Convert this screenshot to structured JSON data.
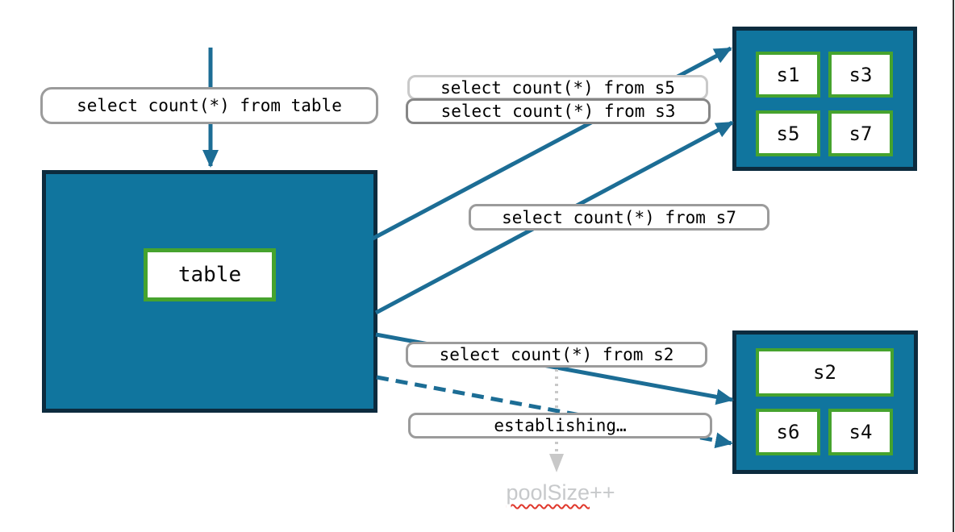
{
  "colors": {
    "box_fill": "#10759E",
    "box_border": "#0C2B3E",
    "chip_border": "#46A32E",
    "arrow": "#1C6D95",
    "muted": "#C7C9CB",
    "edge": "#333333"
  },
  "table_box": {
    "label": "table"
  },
  "top_shard_box": {
    "shards": [
      {
        "label": "s1"
      },
      {
        "label": "s3"
      },
      {
        "label": "s5"
      },
      {
        "label": "s7"
      }
    ]
  },
  "bottom_shard_box": {
    "wide_shard": {
      "label": "s2"
    },
    "shards": [
      {
        "label": "s6"
      },
      {
        "label": "s4"
      }
    ]
  },
  "callouts": {
    "query_table": "select count(*) from table",
    "query_s5": "select count(*) from s5",
    "query_s3": "select count(*) from s3",
    "query_s7": "select count(*) from s7",
    "query_s2": "select count(*) from s2",
    "establishing": "establishing…"
  },
  "pool_note": {
    "word": "poolSize",
    "suffix": "++"
  }
}
